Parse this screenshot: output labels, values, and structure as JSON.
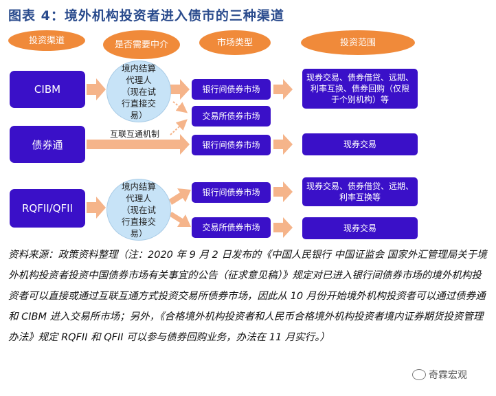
{
  "title": "图表 4：境外机构投资者进入债市的三种渠道",
  "headers": [
    "投资渠道",
    "是否需要中介",
    "市场类型",
    "投资范围"
  ],
  "channels": [
    "CIBM",
    "债券通",
    "RQFII/QFII"
  ],
  "agent_text": [
    "境内结算",
    "代理人",
    "（现在试",
    "行直接交",
    "易）"
  ],
  "agent_text_2": [
    "境内结算",
    "代理人",
    "（现在试",
    "行直接交",
    "易）"
  ],
  "markets": {
    "interbank": "银行间债券市场",
    "exchange": "交易所债券市场"
  },
  "connect_label": "互联互通机制",
  "scope": {
    "cibm": [
      "现券交易、债券借贷、远期、",
      "利率互换、债券回购（仅限",
      "于个别机构）等"
    ],
    "spot": "现券交易",
    "rqfii": [
      "现券交易、债券借贷、远期、",
      "利率互换等"
    ]
  },
  "source": "资料来源：政策资料整理（注：2020 年 9 月 2 日发布的《中国人民银行 中国证监会 国家外汇管理局关于境外机构投资者投资中国债券市场有关事宜的公告（征求意见稿）》规定对已进入银行间债券市场的境外机构投资者可以直接或通过互联互通方式投资交易所债券市场，因此从 10 月份开始境外机构投资者可以通过债券通和 CIBM 进入交易所市场；另外，《合格境外机构投资者和人民币合格境外机构投资者境内证券期货投资管理办法》规定 RQFII 和 QFII 可以参与债券回购业务，办法在 11 月实行。）",
  "watermark": "奇霖宏观"
}
